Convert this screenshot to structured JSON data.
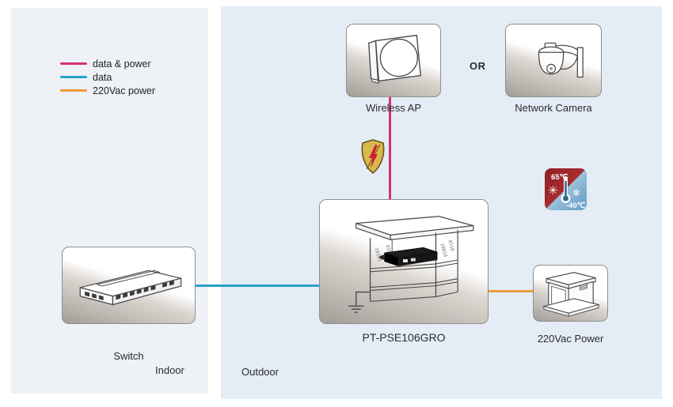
{
  "legend": {
    "items": [
      {
        "label": "data & power",
        "color": "#d63079"
      },
      {
        "label": "data",
        "color": "#24a3cc"
      },
      {
        "label": "220Vac power",
        "color": "#f0993b"
      }
    ]
  },
  "zones": {
    "indoor": {
      "label": "Indoor"
    },
    "outdoor": {
      "label": "Outdoor"
    }
  },
  "nodes": {
    "wireless_ap": {
      "label": "Wireless AP"
    },
    "network_camera": {
      "label": "Network Camera"
    },
    "or_separator": {
      "label": "OR"
    },
    "pse": {
      "label": "PT-PSE106GRO"
    },
    "switch": {
      "label": "Switch"
    },
    "power_source": {
      "label": "220Vac Power"
    }
  },
  "badges": {
    "temperature": {
      "high": "65℃",
      "low": "-40℃"
    },
    "surge_protection": "lightning-shield"
  },
  "connections": [
    {
      "from": "Wireless AP / Network Camera",
      "to": "PT-PSE106GRO",
      "type": "data & power",
      "color": "#d63079"
    },
    {
      "from": "Switch",
      "to": "PT-PSE106GRO",
      "type": "data",
      "color": "#24a3cc"
    },
    {
      "from": "220Vac Power",
      "to": "PT-PSE106GRO",
      "type": "220Vac power",
      "color": "#f0993b"
    }
  ]
}
